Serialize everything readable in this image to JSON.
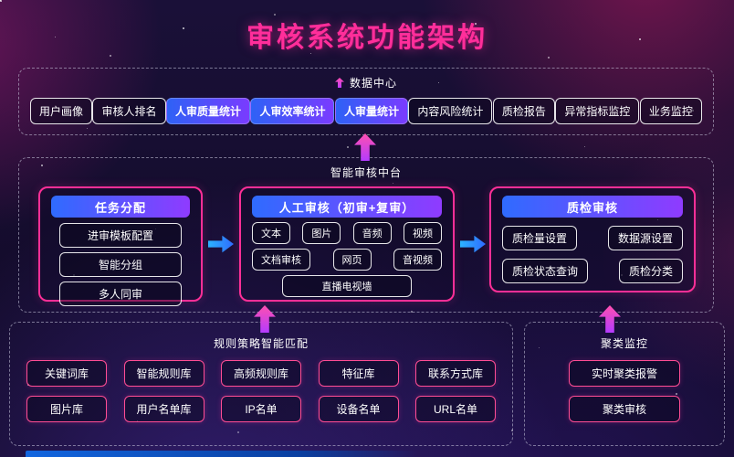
{
  "title": "审核系统功能架构",
  "sections": {
    "data_center": {
      "label": "数据中心",
      "items": [
        {
          "label": "用户画像",
          "style": "plain"
        },
        {
          "label": "审核人排名",
          "style": "plain"
        },
        {
          "label": "人审质量统计",
          "style": "highlight"
        },
        {
          "label": "人审效率统计",
          "style": "highlight"
        },
        {
          "label": "人审量统计",
          "style": "highlight"
        },
        {
          "label": "内容风险统计",
          "style": "plain"
        },
        {
          "label": "质检报告",
          "style": "plain"
        },
        {
          "label": "异常指标监控",
          "style": "plain"
        },
        {
          "label": "业务监控",
          "style": "plain"
        }
      ]
    },
    "middle": {
      "label": "智能审核中台",
      "task_allocation": {
        "title": "任务分配",
        "items": [
          "进审模板配置",
          "智能分组",
          "多人同审"
        ]
      },
      "manual_review": {
        "title": "人工审核（初审+复审）",
        "rows": [
          [
            "文本",
            "图片",
            "音频",
            "视频"
          ],
          [
            "文档审核",
            "网页",
            "音视频"
          ],
          [
            "直播电视墙"
          ]
        ]
      },
      "quality_check": {
        "title": "质检审核",
        "rows": [
          [
            "质检量设置",
            "数据源设置"
          ],
          [
            "质检状态查询",
            "质检分类"
          ]
        ]
      }
    },
    "rules": {
      "label": "规则策略智能匹配",
      "rows": [
        [
          "关键词库",
          "智能规则库",
          "高频规则库",
          "特征库",
          "联系方式库"
        ],
        [
          "图片库",
          "用户名单库",
          "IP名单",
          "设备名单",
          "URL名单"
        ]
      ]
    },
    "clustering": {
      "label": "聚类监控",
      "items": [
        "实时聚类报警",
        "聚类审核"
      ]
    }
  },
  "colors": {
    "accent_pink": "#ff2e9a",
    "accent_blue": "#2f6bff",
    "accent_purple": "#8f3bff"
  }
}
